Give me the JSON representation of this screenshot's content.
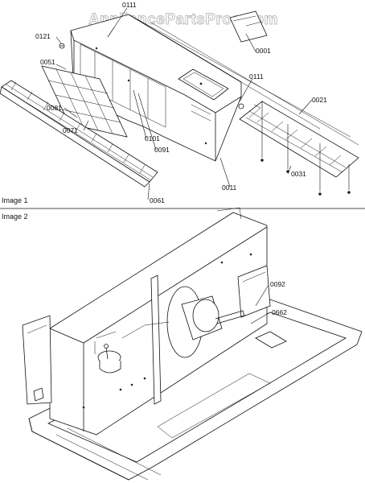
{
  "watermark": "AppliancePartsPros.com",
  "images": [
    {
      "caption": "Image 1",
      "callouts": [
        "0111",
        "0001",
        "0121",
        "0051",
        "0111",
        "0021",
        "0081",
        "0071",
        "0101",
        "0091",
        "0031",
        "0011",
        "0061"
      ]
    },
    {
      "caption": "Image 2",
      "callouts": [
        "0092",
        "0662"
      ]
    }
  ]
}
